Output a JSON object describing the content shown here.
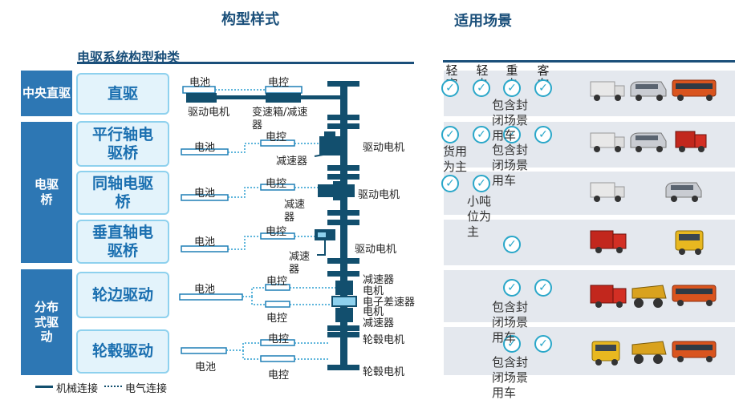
{
  "headers": {
    "structure": "构型样式",
    "scenario": "适用场景",
    "types_title": "电驱系统构型种类"
  },
  "categories": [
    {
      "label": "中央直驱"
    },
    {
      "label": "电驱桥"
    },
    {
      "label": "分布式驱动"
    }
  ],
  "types": [
    {
      "label": "直驱"
    },
    {
      "label": "平行轴电驱桥"
    },
    {
      "label": "同轴电驱桥"
    },
    {
      "label": "垂直轴电驱桥"
    },
    {
      "label": "轮边驱动"
    },
    {
      "label": "轮毂驱动"
    }
  ],
  "columns": [
    "轻客",
    "轻卡",
    "重卡",
    "客车"
  ],
  "diagram_labels": {
    "battery": "电池",
    "controller": "电控",
    "motor_drive": "驱动电机",
    "gearbox_reducer": "变速箱/减速器",
    "reducer": "减速器",
    "motor": "电机",
    "diff": "电子差速器",
    "hub_motor": "轮毂电机"
  },
  "notes": {
    "closed_scene": "包含封闭场景用车",
    "cargo": "货用为主",
    "small_ton": "小吨位为主"
  },
  "legend": {
    "mech": "机械连接",
    "elec": "电气连接"
  },
  "colors": {
    "brand": "#1a4f7a",
    "category": "#2d77b4",
    "check": "#2aa7c9",
    "shaft": "#124f6e",
    "elec": "#2a9ed0"
  }
}
